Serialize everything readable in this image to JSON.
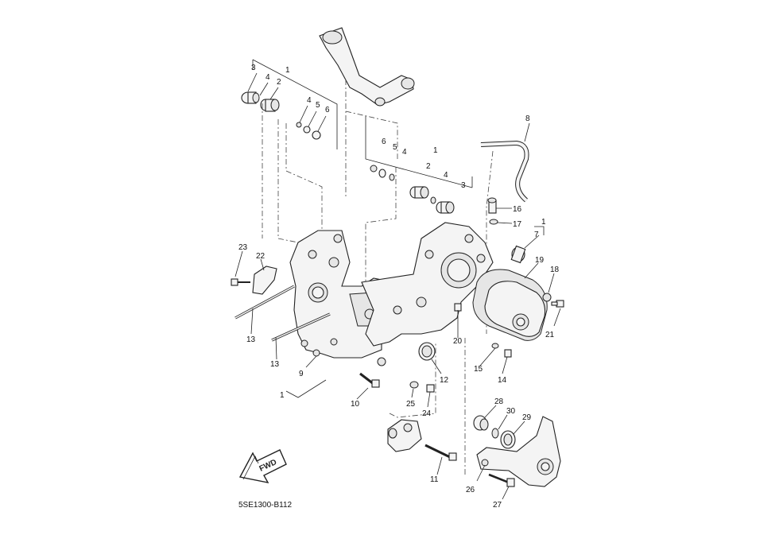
{
  "diagram_code": "5SE1300-B112",
  "fwd_label": "FWD",
  "callouts": {
    "c1a": "1",
    "c3a": "3",
    "c4a": "4",
    "c2a": "2",
    "c4b": "4",
    "c5a": "5",
    "c6a": "6",
    "c8": "8",
    "c1b": "1",
    "c6b": "6",
    "c5b": "5",
    "c4c": "4",
    "c2b": "2",
    "c4d": "4",
    "c3b": "3",
    "c16": "16",
    "c17": "17",
    "c1c": "1",
    "c7": "7",
    "c19": "19",
    "c18": "18",
    "c21": "21",
    "c23": "23",
    "c22": "22",
    "c13a": "13",
    "c13b": "13",
    "c9": "9",
    "c1d": "1",
    "c10": "10",
    "c25": "25",
    "c24": "24",
    "c12": "12",
    "c20": "20",
    "c15": "15",
    "c14": "14",
    "c28": "28",
    "c30": "30",
    "c29": "29",
    "c26": "26",
    "c27": "27",
    "c11": "11"
  }
}
